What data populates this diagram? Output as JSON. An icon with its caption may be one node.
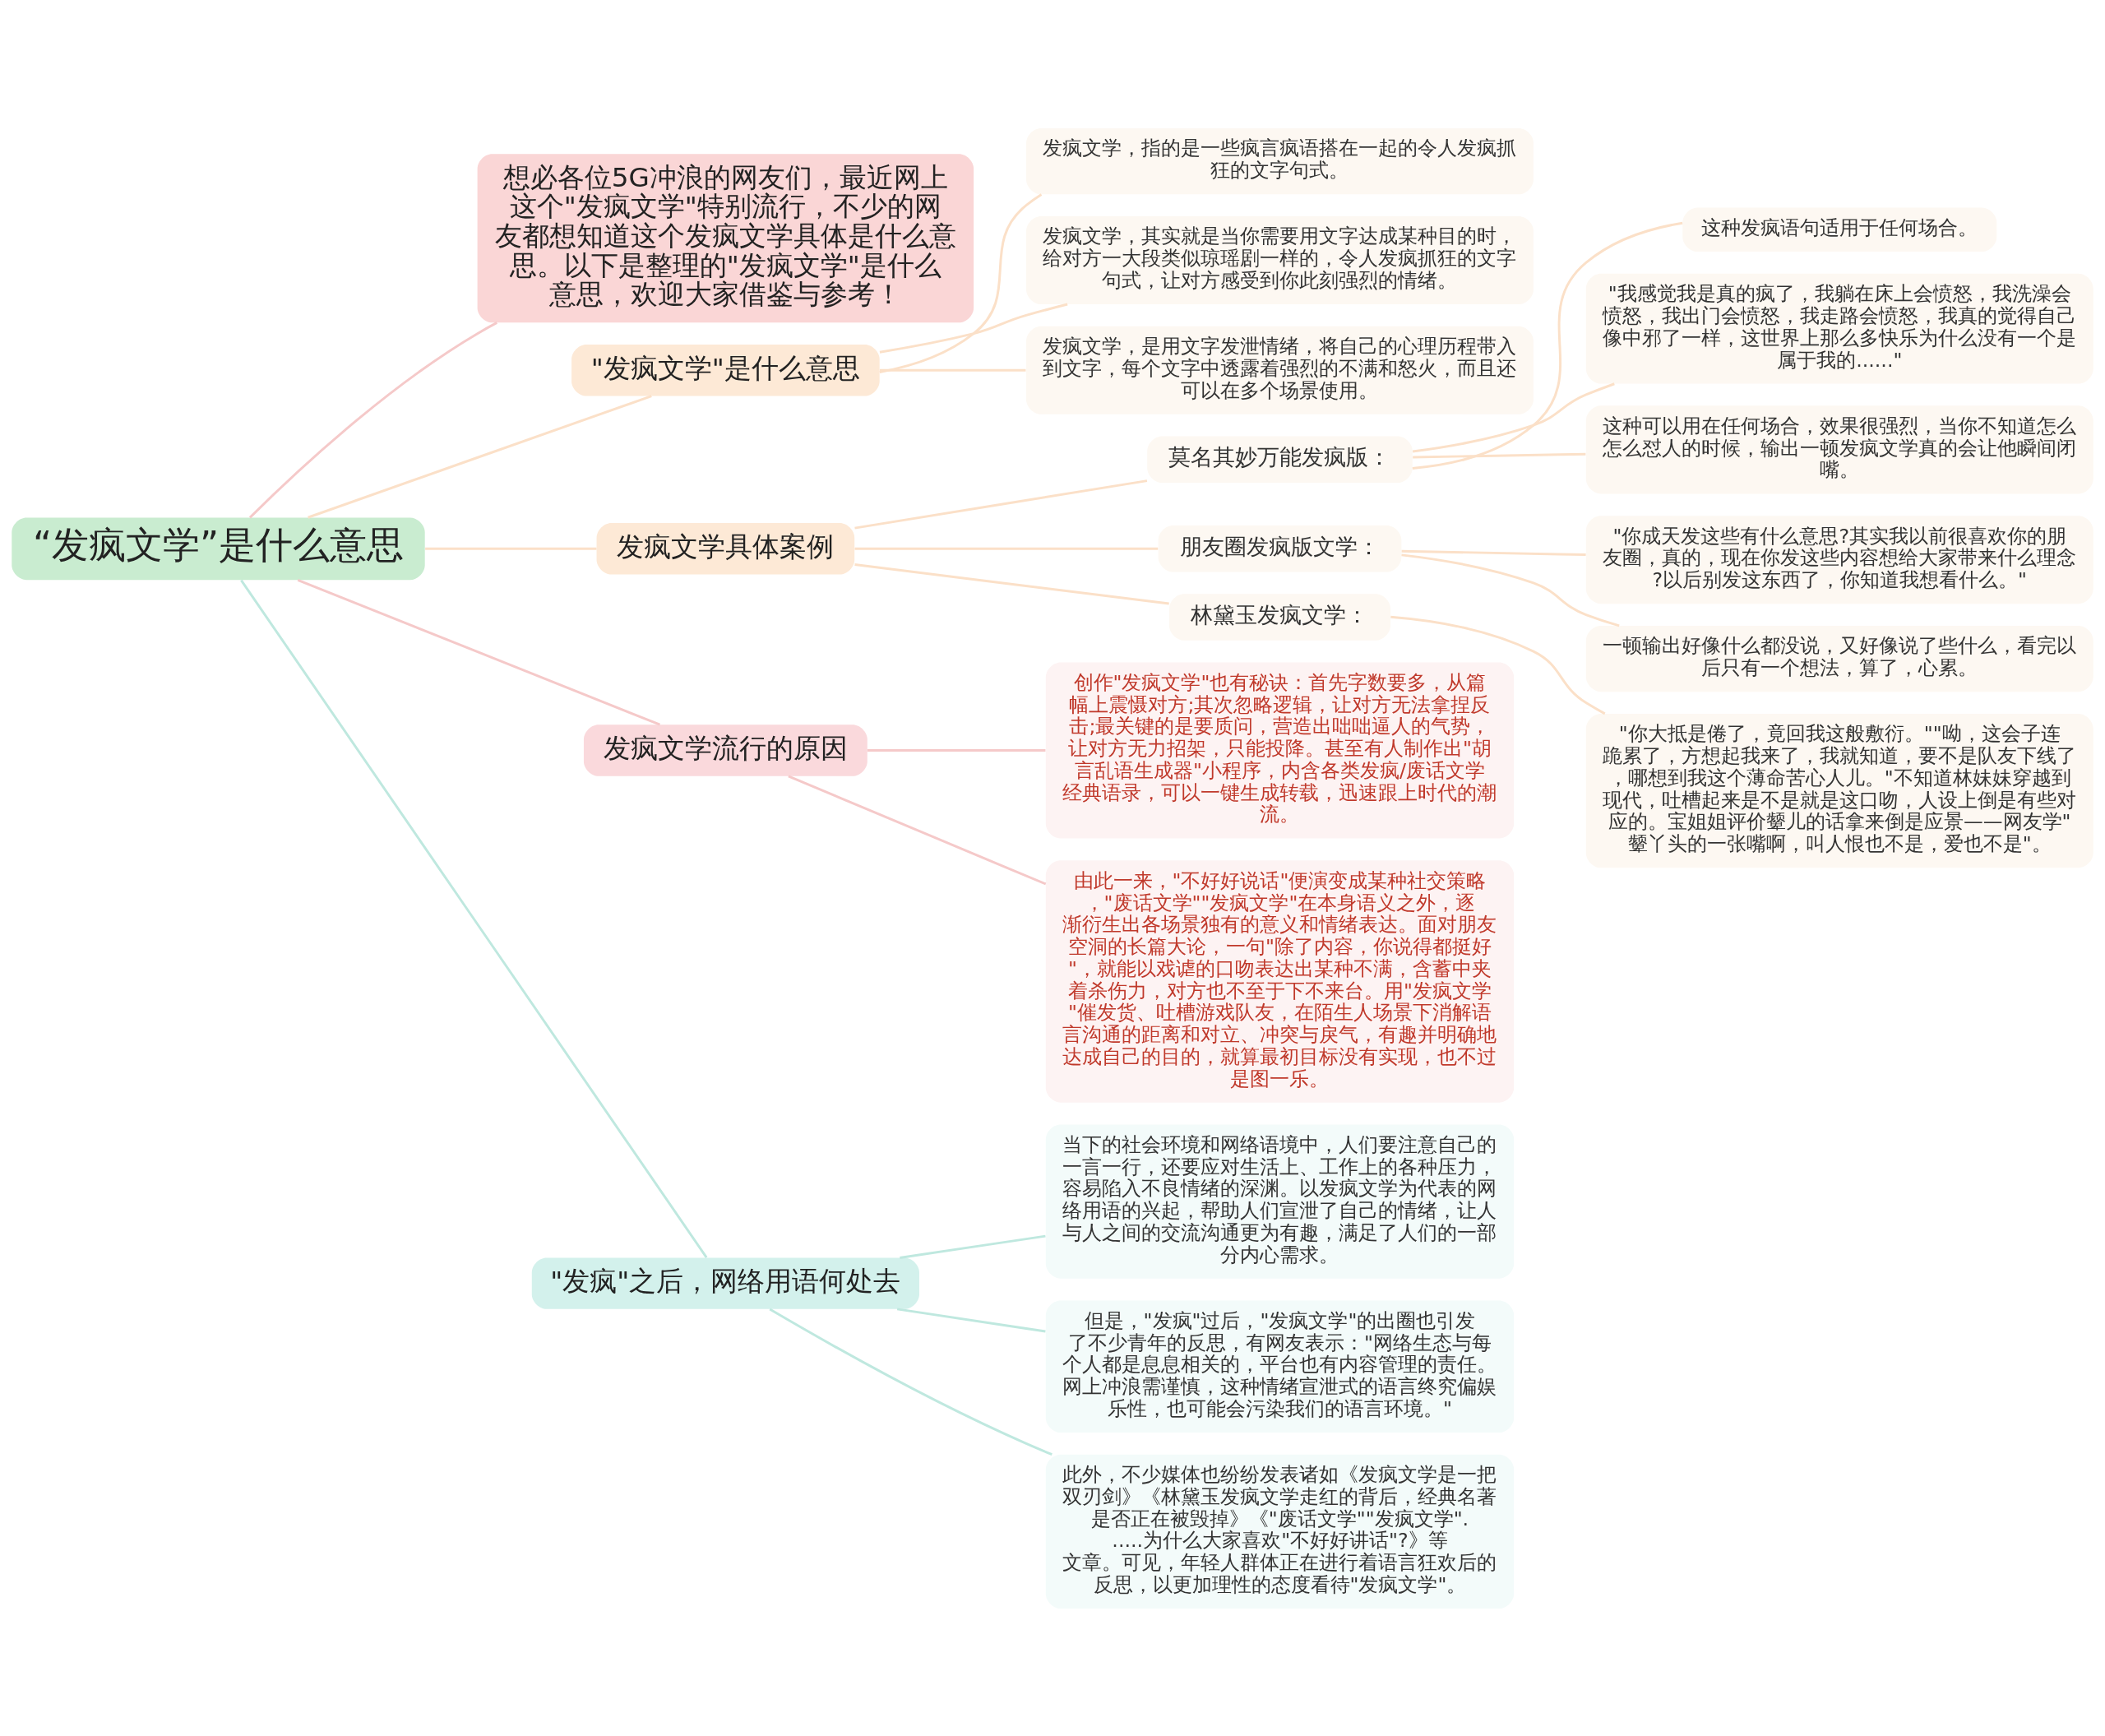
{
  "diagram": {
    "nodes": [
      {
        "text": [
          "“发疯文学”是什么意思"
        ]
      },
      {
        "text": [
          "想必各位5G冲浪的网友们，最近网上这个\"发疯文学\"特别流行，不少的网友都想知道这个发疯文学具体是什么意思。以下是整理的\"发疯文学\"是什么意思，欢迎大家借鉴与参考！"
        ]
      },
      {
        "text": [
          "\"发疯文学\"是什么意思"
        ]
      },
      {
        "text": [
          "发疯文学，指的是一些疯言疯语搭在一起的令人发疯抓狂的文字句式。"
        ]
      },
      {
        "text": [
          "发疯文学，其实就是当你需要用文字达成某种目的时，给对方一大段类似琼瑶剧一样的，令人发疯抓狂的文字句式，让对方感受到你此刻强烈的情绪。"
        ]
      },
      {
        "text": [
          "发疯文学，是用文字发泄情绪，将自己的心理历程带入到文字，每个文字中透露着强烈的不满和怒火，而且还可以在多个场景使用。"
        ]
      },
      {
        "text": [
          "发疯文学具体案例"
        ]
      },
      {
        "text": [
          "莫名其妙万能发疯版："
        ]
      },
      {
        "text": [
          "这种发疯语句适用于任何场合。"
        ]
      },
      {
        "text": [
          "\"我感觉我是真的疯了，我躺在床上会愤怒，我洗澡会愤怒，我出门会愤怒，我走路会愤怒，我真的觉得自己像中邪了一样，这世界上那么多快乐为什么没有一个是属于我的......\""
        ]
      },
      {
        "text": [
          "这种可以用在任何场合，效果很强烈，当你不知道怎么怎么怼人的时候，输出一顿发疯文学真的会让他瞬间闭嘴。"
        ]
      },
      {
        "text": [
          "朋友圈发疯版文学："
        ]
      },
      {
        "text": [
          "\"你成天发这些有什么意思?其实我以前很喜欢你的朋友圈，真的，现在你发这些内容想给大家带来什么理念?以后别发这东西了，你知道我想看什么。\""
        ]
      },
      {
        "text": [
          "一顿输出好像什么都没说，又好像说了些什么，看完以后只有一个想法，算了，心累。"
        ]
      },
      {
        "text": [
          "林黛玉发疯文学："
        ]
      },
      {
        "text": [
          "\"你大抵是倦了，竟回我这般敷衍。\"\"呦，这会子连跪累了，方想起我来了，我就知道，要不是队友下线了，哪想到我这个薄命苦心人儿。\"不知道林妹妹穿越到现代，吐槽起来是不是就是这口吻，人设上倒是有些对应的。宝姐姐评价颦儿的话拿来倒是应景——网友学\"颦丫头的一张嘴啊，叫人恨也不是，爱也不是\"。"
        ]
      },
      {
        "text": [
          "发疯文学流行的原因"
        ]
      },
      {
        "text": [
          "创作\"发疯文学\"也有秘诀：首先字数要多，从篇幅上震慑对方;其次忽略逻辑，让对方无法拿捏反击;最关键的是要质问，营造出咄咄逼人的气势，让对方无力招架，只能投降。甚至有人制作出\"胡言乱语生成器\"小程序，内含各类发疯/废话文学经典语录，可以一键生成转载，迅速跟上时代的潮流。"
        ]
      },
      {
        "text": [
          "由此一来，\"不好好说话\"便演变成某种社交策略，\"废话文学\"\"发疯文学\"在本身语义之外，逐渐衍生出各场景独有的意义和情绪表达。面对朋友空洞的长篇大论，一句\"除了内容，你说得都挺好\"，就能以戏谑的口吻表达出某种不满，含蓄中夹着杀伤力，对方也不至于下不来台。用\"发疯文学\"催发货、吐槽游戏队友，在陌生人场景下消解语言沟通的距离和对立、冲突与戾气，有趣并明确地达成自己的目的，就算最初目标没有实现，也不过是图一乐。"
        ]
      },
      {
        "text": [
          "\"发疯\"之后，网络用语何处去"
        ]
      },
      {
        "text": [
          "当下的社会环境和网络语境中，人们要注意自己的一言一行，还要应对生活上、工作上的各种压力，容易陷入不良情绪的深渊。以发疯文学为代表的网络用语的兴起，帮助人们宣泄了自己的情绪，让人与人之间的交流沟通更为有趣，满足了人们的一部分内心需求。"
        ]
      },
      {
        "text": [
          "但是，\"发疯\"过后，\"发疯文学\"的出圈也引发了不少青年的反思，有网友表示：\"网络生态与每个人都是息息相关的，平台也有内容管理的责任。网上冲浪需谨慎，这种情绪宣泄式的语言终究偏娱乐性，也可能会污染我们的语言环境。\""
        ]
      },
      {
        "text": [
          "此外，不少媒体也纷纷发表诸如《发疯文学是一把双刃剑》《林黛玉发疯文学走红的背后，经典名著是否正在被毁掉》《\"废话文学\"\"发疯文学\"......为什么大家喜欢\"不好好讲话\"?》等文章。可见，年轻人群体正在进行着语言狂欢后的反思，以更加理性的态度看待\"发疯文学\"。"
        ]
      }
    ],
    "edges": [
      {
        "from": 0,
        "to": 1,
        "arrow": "none",
        "color": "#f5c9c9"
      },
      {
        "from": 0,
        "to": 2,
        "arrow": "none",
        "color": "#fbe0c8"
      },
      {
        "from": 2,
        "to": 3,
        "arrow": "none",
        "color": "#fbe0c8"
      },
      {
        "from": 2,
        "to": 4,
        "arrow": "none",
        "color": "#fbe0c8"
      },
      {
        "from": 2,
        "to": 5,
        "arrow": "none",
        "color": "#fbe0c8"
      },
      {
        "from": 0,
        "to": 6,
        "arrow": "none",
        "color": "#fbe0c8"
      },
      {
        "from": 6,
        "to": 7,
        "arrow": "none",
        "color": "#fbe0c8"
      },
      {
        "from": 7,
        "to": 8,
        "arrow": "none",
        "color": "#fbe0c8"
      },
      {
        "from": 7,
        "to": 9,
        "arrow": "none",
        "color": "#fbe0c8"
      },
      {
        "from": 7,
        "to": 10,
        "arrow": "none",
        "color": "#fbe0c8"
      },
      {
        "from": 6,
        "to": 11,
        "arrow": "none",
        "color": "#fbe0c8"
      },
      {
        "from": 11,
        "to": 12,
        "arrow": "none",
        "color": "#fbe0c8"
      },
      {
        "from": 11,
        "to": 13,
        "arrow": "none",
        "color": "#fbe0c8"
      },
      {
        "from": 6,
        "to": 14,
        "arrow": "none",
        "color": "#fbe0c8"
      },
      {
        "from": 14,
        "to": 15,
        "arrow": "none",
        "color": "#fbe0c8"
      },
      {
        "from": 0,
        "to": 16,
        "arrow": "none",
        "color": "#f5c9c9"
      },
      {
        "from": 16,
        "to": 17,
        "arrow": "none",
        "color": "#f5c9c9"
      },
      {
        "from": 16,
        "to": 18,
        "arrow": "none",
        "color": "#f5c9c9"
      },
      {
        "from": 0,
        "to": 19,
        "arrow": "none",
        "color": "#bfe8df"
      },
      {
        "from": 19,
        "to": 20,
        "arrow": "none",
        "color": "#bfe8df"
      },
      {
        "from": 19,
        "to": 21,
        "arrow": "none",
        "color": "#bfe8df"
      },
      {
        "from": 19,
        "to": 22,
        "arrow": "none",
        "color": "#bfe8df"
      }
    ]
  }
}
